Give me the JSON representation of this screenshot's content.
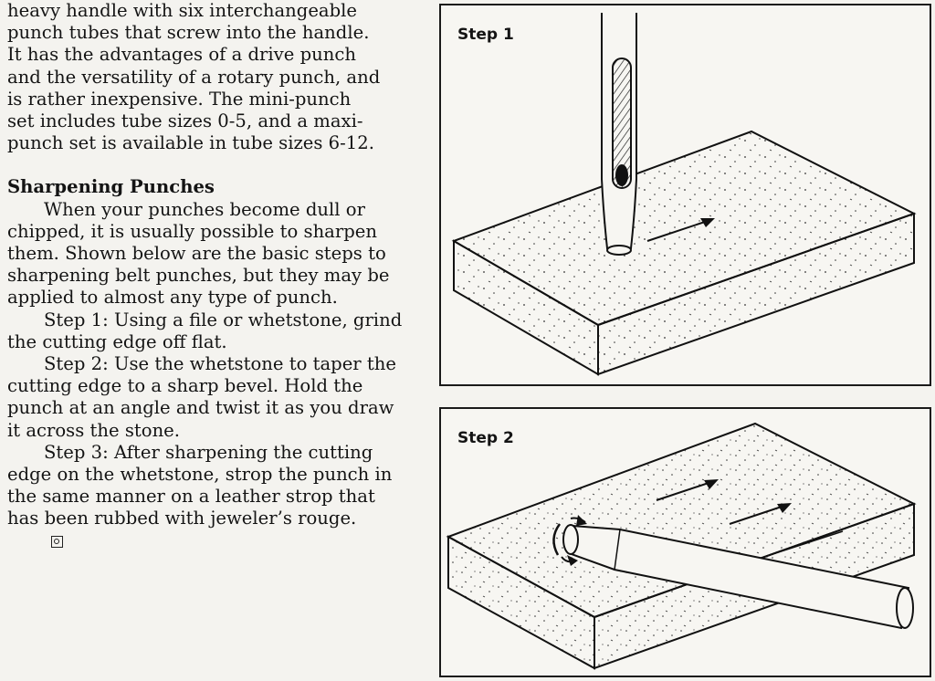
{
  "text": {
    "para_intro_lines": [
      "heavy handle with six interchangeable",
      "punch tubes that screw into the handle.",
      "It has the advantages of a drive punch",
      "and the versatility of a rotary punch, and",
      "is rather inexpensive. The mini-punch",
      "set includes tube sizes 0-5, and a maxi-",
      "punch set is available in tube sizes 6-12."
    ],
    "heading": "Sharpening Punches",
    "para_sharpen": "When your punches become dull or chipped, it is usually possible to sharpen them. Shown below are the basic steps to sharpening belt punches, but they may be applied to almost any type of punch.",
    "step1": "Step 1: Using a file or whetstone, grind the cutting edge off flat.",
    "step2": "Step 2: Use the whetstone to taper the cutting edge to a sharp bevel. Hold the punch at an angle and twist it as you draw it across the stone.",
    "step3": "Step 3: After sharpening the cutting edge on the whetstone, strop the punch in the same manner on a leather strop that has been rubbed with jeweler’s rouge."
  },
  "figures": {
    "step1_label": "Step 1",
    "step2_label": "Step 2"
  }
}
